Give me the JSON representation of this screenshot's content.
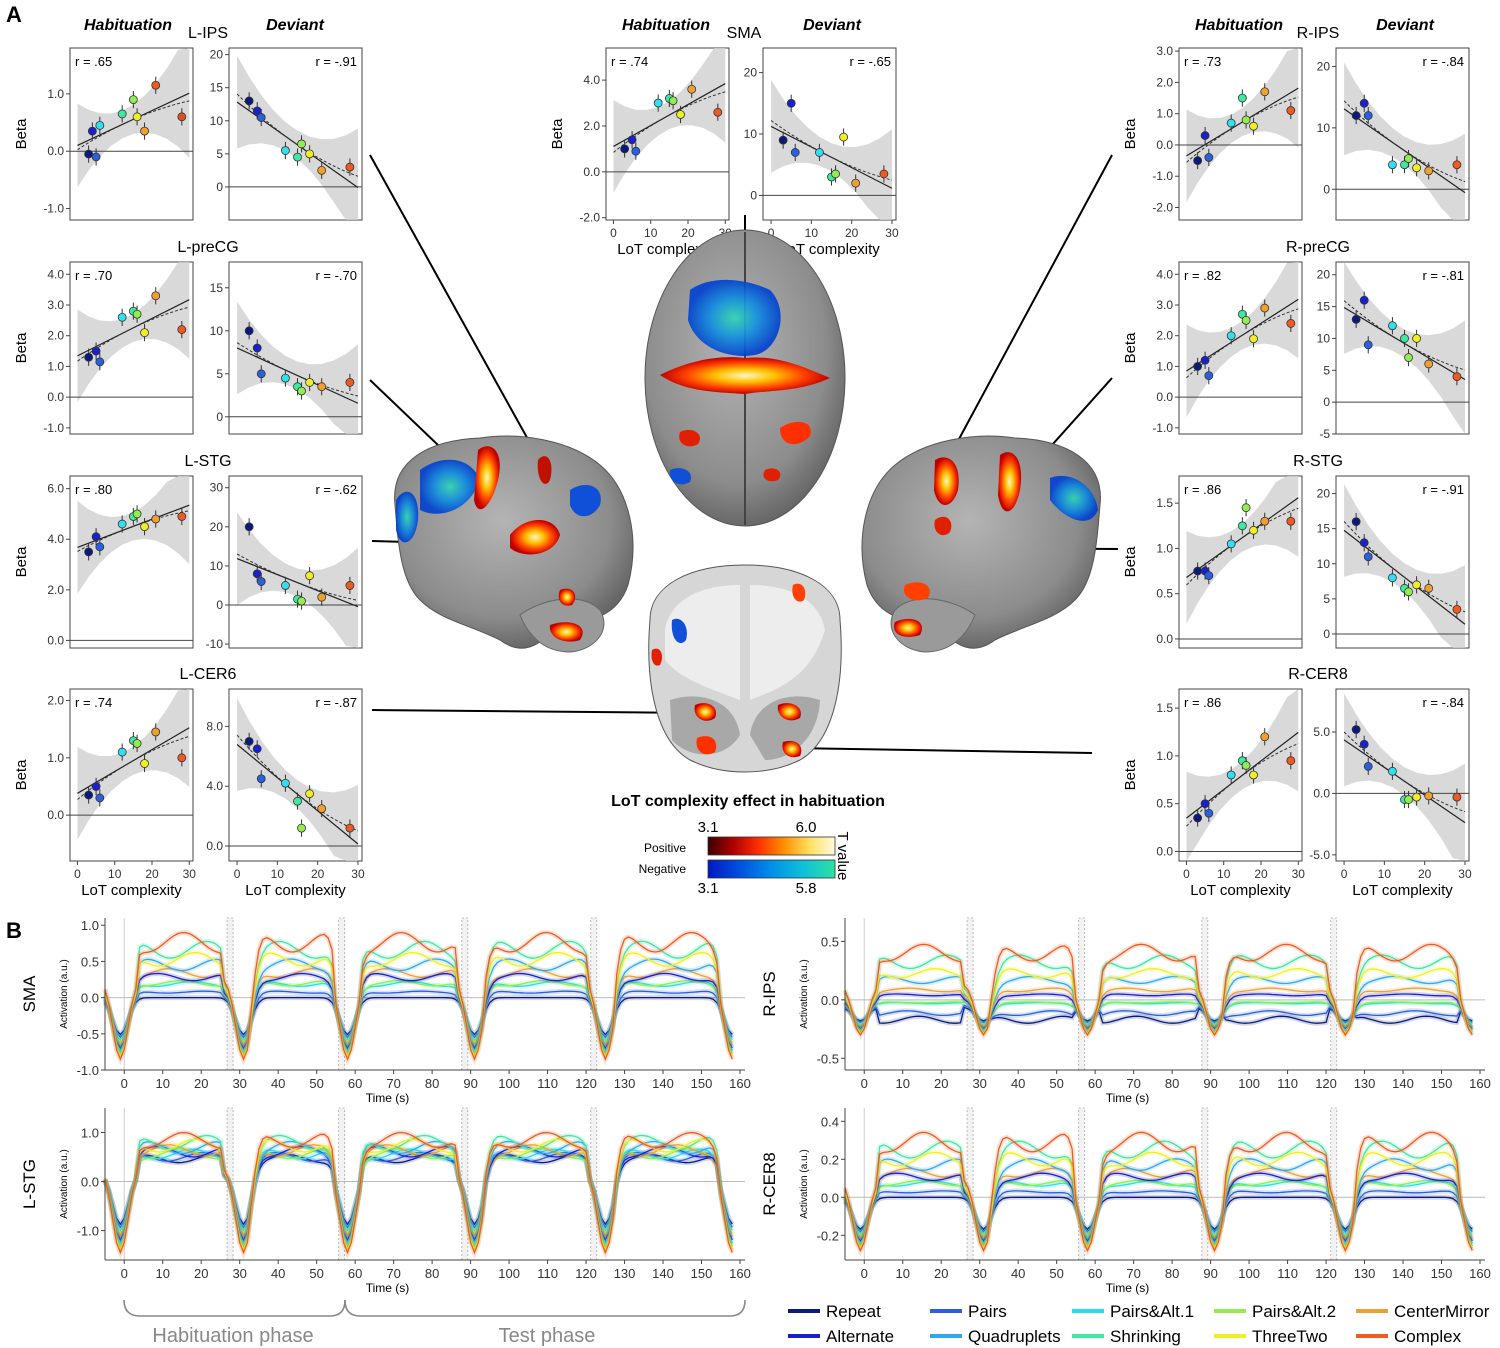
{
  "panel_labels": {
    "a": "A",
    "b": "B"
  },
  "condition_headers": {
    "habituation": "Habituation",
    "deviant": "Deviant"
  },
  "axis_text": {
    "beta": "Beta",
    "lot": "LoT complexity",
    "time": "Time (s)",
    "activation": "Activation (a.u.)"
  },
  "regions": {
    "l_ips": "L-IPS",
    "l_precg": "L-preCG",
    "l_stg": "L-STG",
    "l_cer6": "L-CER6",
    "sma": "SMA",
    "r_ips": "R-IPS",
    "r_precg": "R-preCG",
    "r_stg": "R-STG",
    "r_cer8": "R-CER8"
  },
  "colorbar": {
    "title": "LoT complexity effect in habituation",
    "positive": "Positive",
    "negative": "Negative",
    "pos_min": "3.1",
    "pos_max": "6.0",
    "neg_min": "3.1",
    "neg_max": "5.8",
    "unit": "T value",
    "pos_colors": [
      "#3a0000",
      "#b00000",
      "#ff3000",
      "#ff9000",
      "#ffe060",
      "#fffbe0"
    ],
    "neg_colors": [
      "#0018c0",
      "#0050e0",
      "#0090e8",
      "#10c0d8",
      "#30e0a0"
    ]
  },
  "phases": {
    "habituation": "Habituation phase",
    "test": "Test phase"
  },
  "legend": [
    {
      "label": "Repeat",
      "color": "#0a1a7a"
    },
    {
      "label": "Pairs",
      "color": "#2860e0"
    },
    {
      "label": "Pairs&Alt.1",
      "color": "#20e0f0"
    },
    {
      "label": "Pairs&Alt.2",
      "color": "#90ee50"
    },
    {
      "label": "CenterMirror",
      "color": "#f0a030"
    },
    {
      "label": "Alternate",
      "color": "#1a20d0"
    },
    {
      "label": "Quadruplets",
      "color": "#30a8f0"
    },
    {
      "label": "Shrinking",
      "color": "#40e8a0"
    },
    {
      "label": "ThreeTwo",
      "color": "#f0f020"
    },
    {
      "label": "Complex",
      "color": "#f05a20"
    }
  ],
  "chart_data": [
    {
      "type": "scatter",
      "region": "L-IPS",
      "condition": "Habituation",
      "r": "r = .65",
      "xlabel": "",
      "ylabel": "Beta",
      "ylim": [
        -1.2,
        1.8
      ],
      "yticks": [
        "1.0",
        "0.0",
        "-1.0"
      ],
      "yticks_val": [
        1,
        0,
        -1
      ],
      "x": [
        3,
        4,
        5,
        6,
        12,
        15,
        16,
        18,
        21,
        28
      ],
      "y": [
        -0.05,
        0.35,
        -0.1,
        0.45,
        0.65,
        0.9,
        0.6,
        0.35,
        1.15,
        0.6
      ]
    },
    {
      "type": "scatter",
      "region": "L-IPS",
      "condition": "Deviant",
      "r": "r = -.91",
      "xlabel": "",
      "ylabel": "",
      "ylim": [
        -5,
        21
      ],
      "yticks": [
        "20",
        "15",
        "10",
        "5",
        "0"
      ],
      "yticks_val": [
        20,
        15,
        10,
        5,
        0
      ],
      "x": [
        3,
        5,
        6,
        12,
        15,
        16,
        18,
        21,
        28
      ],
      "y": [
        13,
        11.5,
        10.5,
        5.5,
        4.5,
        6.5,
        5,
        2.5,
        3
      ]
    },
    {
      "type": "scatter",
      "region": "L-preCG",
      "condition": "Habituation",
      "r": "r = .70",
      "xlabel": "",
      "ylabel": "Beta",
      "ylim": [
        -1.2,
        4.4
      ],
      "yticks": [
        "4.0",
        "3.0",
        "2.0",
        "1.0",
        "0.0",
        "-1.0"
      ],
      "yticks_val": [
        4,
        3,
        2,
        1,
        0,
        -1
      ],
      "x": [
        3,
        5,
        6,
        12,
        15,
        16,
        18,
        21,
        28
      ],
      "y": [
        1.3,
        1.5,
        1.15,
        2.6,
        2.8,
        2.7,
        2.1,
        3.3,
        2.2
      ]
    },
    {
      "type": "scatter",
      "region": "L-preCG",
      "condition": "Deviant",
      "r": "r = -.70",
      "xlabel": "",
      "ylabel": "",
      "ylim": [
        -2,
        18
      ],
      "yticks": [
        "15",
        "10",
        "5",
        "0"
      ],
      "yticks_val": [
        15,
        10,
        5,
        0
      ],
      "x": [
        3,
        5,
        6,
        12,
        15,
        16,
        18,
        21,
        28
      ],
      "y": [
        10,
        8,
        5,
        4.5,
        3.5,
        3,
        4,
        3.5,
        4
      ]
    },
    {
      "type": "scatter",
      "region": "L-STG",
      "condition": "Habituation",
      "r": "r = .80",
      "xlabel": "",
      "ylabel": "Beta",
      "ylim": [
        -0.3,
        6.5
      ],
      "yticks": [
        "6.0",
        "4.0",
        "2.0",
        "0.0"
      ],
      "yticks_val": [
        6,
        4,
        2,
        0
      ],
      "x": [
        3,
        5,
        6,
        12,
        15,
        16,
        18,
        21,
        28
      ],
      "y": [
        3.5,
        4.1,
        3.7,
        4.6,
        4.9,
        5,
        4.5,
        4.8,
        4.9
      ]
    },
    {
      "type": "scatter",
      "region": "L-STG",
      "condition": "Deviant",
      "r": "r = -.62",
      "xlabel": "",
      "ylabel": "",
      "ylim": [
        -11,
        33
      ],
      "yticks": [
        "30",
        "20",
        "10",
        "0",
        "-10"
      ],
      "yticks_val": [
        30,
        20,
        10,
        0,
        -10
      ],
      "x": [
        3,
        5,
        6,
        12,
        15,
        16,
        18,
        21,
        28
      ],
      "y": [
        20,
        8,
        6,
        5,
        1.5,
        1,
        7.5,
        2,
        5
      ]
    },
    {
      "type": "scatter",
      "region": "L-CER6",
      "condition": "Habituation",
      "r": "r = .74",
      "xlabel": "LoT complexity",
      "ylabel": "Beta",
      "ylim": [
        -0.8,
        2.2
      ],
      "yticks": [
        "2.0",
        "1.0",
        "0.0"
      ],
      "yticks_val": [
        2,
        1,
        0
      ],
      "x": [
        3,
        5,
        6,
        12,
        15,
        16,
        18,
        21,
        28
      ],
      "y": [
        0.35,
        0.5,
        0.3,
        1.1,
        1.3,
        1.25,
        0.9,
        1.45,
        1.0
      ]
    },
    {
      "type": "scatter",
      "region": "L-CER6",
      "condition": "Deviant",
      "r": "r = -.87",
      "xlabel": "LoT complexity",
      "ylabel": "",
      "ylim": [
        -1,
        10.5
      ],
      "yticks": [
        "8.0",
        "4.0",
        "0.0"
      ],
      "yticks_val": [
        8,
        4,
        0
      ],
      "x": [
        3,
        5,
        6,
        12,
        15,
        16,
        18,
        21,
        28
      ],
      "y": [
        7,
        6.5,
        4.5,
        4.2,
        3,
        1.2,
        3.5,
        2.5,
        1.2
      ]
    },
    {
      "type": "scatter",
      "region": "SMA",
      "condition": "Habituation",
      "r": "r = .74",
      "xlabel": "LoT complexity",
      "ylabel": "Beta",
      "ylim": [
        -2.1,
        5.4
      ],
      "yticks": [
        "4.0",
        "2.0",
        "0.0",
        "-2.0"
      ],
      "yticks_val": [
        4,
        2,
        0,
        -2
      ],
      "x": [
        3,
        5,
        6,
        12,
        15,
        16,
        18,
        21,
        28
      ],
      "y": [
        1.0,
        1.4,
        0.9,
        3.0,
        3.2,
        3.1,
        2.5,
        3.6,
        2.6
      ]
    },
    {
      "type": "scatter",
      "region": "SMA",
      "condition": "Deviant",
      "r": "r = -.65",
      "xlabel": "LoT complexity",
      "ylabel": "",
      "ylim": [
        -4,
        24
      ],
      "yticks": [
        "20",
        "10",
        "0"
      ],
      "yticks_val": [
        20,
        10,
        0
      ],
      "x": [
        3,
        5,
        6,
        12,
        15,
        16,
        18,
        21,
        28
      ],
      "y": [
        9,
        15,
        7,
        7,
        3,
        3.5,
        9.5,
        2,
        3.5
      ]
    },
    {
      "type": "scatter",
      "region": "R-IPS",
      "condition": "Habituation",
      "r": "r = .73",
      "xlabel": "",
      "ylabel": "Beta",
      "ylim": [
        -2.4,
        3.1
      ],
      "yticks": [
        "3.0",
        "2.0",
        "1.0",
        "0.0",
        "-1.0",
        "-2.0"
      ],
      "yticks_val": [
        3,
        2,
        1,
        0,
        -1,
        -2
      ],
      "x": [
        3,
        5,
        6,
        12,
        15,
        16,
        18,
        21,
        28
      ],
      "y": [
        -0.5,
        0.3,
        -0.4,
        0.7,
        1.5,
        0.8,
        0.6,
        1.7,
        1.1
      ]
    },
    {
      "type": "scatter",
      "region": "R-IPS",
      "condition": "Deviant",
      "r": "r = -.84",
      "xlabel": "",
      "ylabel": "",
      "ylim": [
        -5,
        23
      ],
      "yticks": [
        "20",
        "10",
        "0"
      ],
      "yticks_val": [
        20,
        10,
        0
      ],
      "x": [
        3,
        5,
        6,
        12,
        15,
        16,
        18,
        21,
        28
      ],
      "y": [
        12,
        14,
        12,
        4,
        4,
        5,
        3.5,
        3,
        4
      ]
    },
    {
      "type": "scatter",
      "region": "R-preCG",
      "condition": "Habituation",
      "r": "r = .82",
      "xlabel": "",
      "ylabel": "Beta",
      "ylim": [
        -1.2,
        4.4
      ],
      "yticks": [
        "4.0",
        "3.0",
        "2.0",
        "1.0",
        "0.0",
        "-1.0"
      ],
      "yticks_val": [
        4,
        3,
        2,
        1,
        0,
        -1
      ],
      "x": [
        3,
        5,
        6,
        12,
        15,
        16,
        18,
        21,
        28
      ],
      "y": [
        1.0,
        1.2,
        0.7,
        2.0,
        2.7,
        2.5,
        1.9,
        2.9,
        2.4
      ]
    },
    {
      "type": "scatter",
      "region": "R-preCG",
      "condition": "Deviant",
      "r": "r = -.81",
      "xlabel": "",
      "ylabel": "",
      "ylim": [
        -5,
        22
      ],
      "yticks": [
        "20",
        "15",
        "10",
        "5",
        "0",
        "-5"
      ],
      "yticks_val": [
        20,
        15,
        10,
        5,
        0,
        -5
      ],
      "x": [
        3,
        5,
        6,
        12,
        15,
        16,
        18,
        21,
        28
      ],
      "y": [
        13,
        16,
        9,
        12,
        10,
        7,
        10,
        6,
        4
      ]
    },
    {
      "type": "scatter",
      "region": "R-STG",
      "condition": "Habituation",
      "r": "r = .86",
      "xlabel": "",
      "ylabel": "Beta",
      "ylim": [
        -0.1,
        1.8
      ],
      "yticks": [
        "1.5",
        "1.0",
        "0.5",
        "0.0"
      ],
      "yticks_val": [
        1.5,
        1,
        0.5,
        0
      ],
      "x": [
        3,
        5,
        6,
        12,
        15,
        16,
        18,
        21,
        28
      ],
      "y": [
        0.75,
        0.75,
        0.7,
        1.05,
        1.25,
        1.45,
        1.2,
        1.3,
        1.3
      ]
    },
    {
      "type": "scatter",
      "region": "R-STG",
      "condition": "Deviant",
      "r": "r = -.91",
      "xlabel": "",
      "ylabel": "",
      "ylim": [
        -2,
        22.5
      ],
      "yticks": [
        "20",
        "15",
        "10",
        "5",
        "0"
      ],
      "yticks_val": [
        20,
        15,
        10,
        5,
        0
      ],
      "x": [
        3,
        5,
        6,
        12,
        15,
        16,
        18,
        21,
        28
      ],
      "y": [
        16,
        13,
        11,
        8,
        6.5,
        6,
        7,
        6.5,
        3.5
      ]
    },
    {
      "type": "scatter",
      "region": "R-CER8",
      "condition": "Habituation",
      "r": "r = .86",
      "xlabel": "LoT complexity",
      "ylabel": "Beta",
      "ylim": [
        -0.1,
        1.7
      ],
      "yticks": [
        "1.5",
        "1.0",
        "0.5",
        "0.0"
      ],
      "yticks_val": [
        1.5,
        1,
        0.5,
        0
      ],
      "x": [
        3,
        5,
        6,
        12,
        15,
        16,
        18,
        21,
        28
      ],
      "y": [
        0.35,
        0.5,
        0.4,
        0.8,
        0.95,
        0.9,
        0.8,
        1.2,
        0.95
      ]
    },
    {
      "type": "scatter",
      "region": "R-CER8",
      "condition": "Deviant",
      "r": "r = -.84",
      "xlabel": "LoT complexity",
      "ylabel": "",
      "ylim": [
        -5.5,
        8.5
      ],
      "yticks": [
        "5.0",
        "0.0",
        "-5.0"
      ],
      "yticks_val": [
        5,
        0,
        -5
      ],
      "x": [
        3,
        5,
        6,
        12,
        15,
        16,
        18,
        21,
        28
      ],
      "y": [
        5.2,
        4,
        2.2,
        1.8,
        -0.5,
        -0.5,
        -0.3,
        -0.2,
        -0.3
      ]
    },
    {
      "type": "line",
      "region": "SMA",
      "xlabel": "Time (s)",
      "ylabel": "Activation (a.u.)",
      "ylim": [
        -1.0,
        1.1
      ],
      "yticks": [
        "1.0",
        "0.5",
        "0.0",
        "-0.5",
        "-1.0"
      ],
      "yticks_val": [
        1,
        0.5,
        0,
        -0.5,
        -1
      ],
      "xlim": [
        -5,
        160
      ],
      "xticks": [
        0,
        10,
        20,
        30,
        40,
        50,
        60,
        70,
        80,
        90,
        100,
        110,
        120,
        130,
        140,
        150,
        160
      ],
      "high": 1.0,
      "low": 0.0,
      "dip": -0.85
    },
    {
      "type": "line",
      "region": "R-IPS",
      "xlabel": "Time (s)",
      "ylabel": "Activation (a.u.)",
      "ylim": [
        -0.6,
        0.7
      ],
      "yticks": [
        "0.5",
        "0.0",
        "-0.5"
      ],
      "yticks_val": [
        0.5,
        0,
        -0.5
      ],
      "xlim": [
        -5,
        160
      ],
      "xticks": [
        0,
        10,
        20,
        30,
        40,
        50,
        60,
        70,
        80,
        90,
        100,
        110,
        120,
        130,
        140,
        150,
        160
      ],
      "high": 0.55,
      "low": -0.2,
      "dip": -0.3
    },
    {
      "type": "line",
      "region": "L-STG",
      "xlabel": "Time (s)",
      "ylabel": "Activation (a.u.)",
      "ylim": [
        -1.6,
        1.5
      ],
      "yticks": [
        "1.0",
        "0.0",
        "-1.0"
      ],
      "yticks_val": [
        1,
        0,
        -1
      ],
      "xlim": [
        -5,
        160
      ],
      "xticks": [
        0,
        10,
        20,
        30,
        40,
        50,
        60,
        70,
        80,
        90,
        100,
        110,
        120,
        130,
        140,
        150,
        160
      ],
      "high": 1.05,
      "low": 0.55,
      "dip": -1.45
    },
    {
      "type": "line",
      "region": "R-CER8",
      "xlabel": "Time (s)",
      "ylabel": "Activation (a.u.)",
      "ylim": [
        -0.33,
        0.47
      ],
      "yticks": [
        "0.4",
        "0.2",
        "0.0",
        "-0.2"
      ],
      "yticks_val": [
        0.4,
        0.2,
        0,
        -0.2
      ],
      "xlim": [
        -5,
        160
      ],
      "xticks": [
        0,
        10,
        20,
        30,
        40,
        50,
        60,
        70,
        80,
        90,
        100,
        110,
        120,
        130,
        140,
        150,
        160
      ],
      "high": 0.38,
      "low": 0.0,
      "dip": -0.28
    }
  ]
}
